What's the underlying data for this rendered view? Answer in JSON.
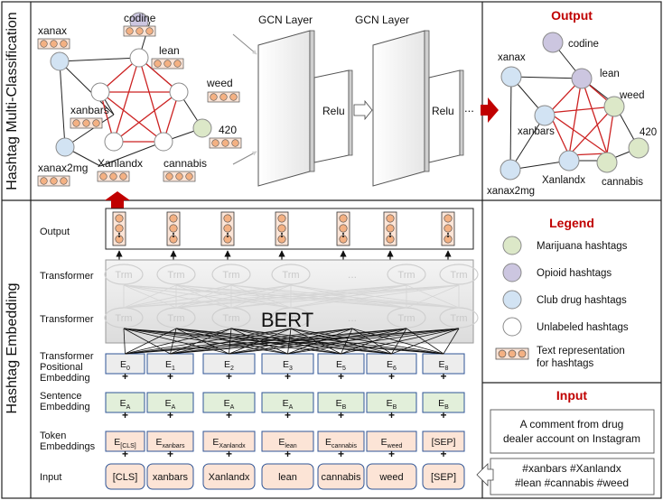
{
  "sections": {
    "multi_classification": "Hashtag Multi-Classification",
    "embedding": "Hashtag Embedding"
  },
  "graph": {
    "nodes": [
      {
        "id": "codine",
        "label": "codine",
        "type": "opioid"
      },
      {
        "id": "xanax",
        "label": "xanax",
        "type": "club"
      },
      {
        "id": "lean",
        "label": "lean",
        "type": "unlabeled"
      },
      {
        "id": "weed",
        "label": "weed",
        "type": "unlabeled"
      },
      {
        "id": "xanbars",
        "label": "xanbars",
        "type": "unlabeled"
      },
      {
        "id": "420",
        "label": "420",
        "type": "marijuana"
      },
      {
        "id": "xanax2mg",
        "label": "xanax2mg",
        "type": "club"
      },
      {
        "id": "Xanlandx",
        "label": "Xanlandx",
        "type": "unlabeled"
      },
      {
        "id": "cannabis",
        "label": "cannabis",
        "type": "unlabeled"
      }
    ]
  },
  "output_graph": {
    "title": "Output",
    "nodes": [
      {
        "id": "codine",
        "label": "codine",
        "type": "opioid"
      },
      {
        "id": "xanax",
        "label": "xanax",
        "type": "club"
      },
      {
        "id": "lean",
        "label": "lean",
        "type": "opioid"
      },
      {
        "id": "weed",
        "label": "weed",
        "type": "marijuana"
      },
      {
        "id": "xanbars",
        "label": "xanbars",
        "type": "club"
      },
      {
        "id": "420",
        "label": "420",
        "type": "marijuana"
      },
      {
        "id": "xanax2mg",
        "label": "xanax2mg",
        "type": "club"
      },
      {
        "id": "Xanlandx",
        "label": "Xanlandx",
        "type": "club"
      },
      {
        "id": "cannabis",
        "label": "cannabis",
        "type": "marijuana"
      }
    ]
  },
  "gcn": {
    "layer1": "GCN Layer",
    "layer2": "GCN Layer",
    "relu1": "Relu",
    "relu2": "Relu",
    "ellipsis": "..."
  },
  "bert": {
    "row_labels": {
      "output": "Output",
      "transformer1": "Transformer",
      "transformer2": "Transformer",
      "positional": "Transformer\nPositional\nEmbedding",
      "sentence": "Sentence\nEmbedding",
      "token": "Token\nEmbeddings",
      "input": "Input"
    },
    "trm": "Trm",
    "ellipsis": "...",
    "center": "BERT",
    "plus": "+",
    "positional": [
      {
        "base": "E",
        "sub": "0"
      },
      {
        "base": "E",
        "sub": "1"
      },
      {
        "base": "E",
        "sub": "2"
      },
      {
        "base": "E",
        "sub": "3"
      },
      {
        "base": "E",
        "sub": "5"
      },
      {
        "base": "E",
        "sub": "6"
      },
      {
        "base": "E",
        "sub": "8"
      }
    ],
    "sentence": [
      {
        "base": "E",
        "sub": "A"
      },
      {
        "base": "E",
        "sub": "A"
      },
      {
        "base": "E",
        "sub": "A"
      },
      {
        "base": "E",
        "sub": "A"
      },
      {
        "base": "E",
        "sub": "B"
      },
      {
        "base": "E",
        "sub": "B"
      },
      {
        "base": "E",
        "sub": "B"
      }
    ],
    "token": [
      {
        "base": "E",
        "sub": "[CLS]"
      },
      {
        "base": "E",
        "sub": "xanbars"
      },
      {
        "base": "E",
        "sub": "Xanlandx"
      },
      {
        "base": "E",
        "sub": "lean"
      },
      {
        "base": "E",
        "sub": "cannabis"
      },
      {
        "base": "E",
        "sub": "weed"
      },
      {
        "base": "[SEP]",
        "sub": ""
      }
    ],
    "inputs": [
      "[CLS]",
      "xanbars",
      "Xanlandx",
      "lean",
      "cannabis",
      "weed",
      "[SEP]"
    ]
  },
  "legend": {
    "title": "Legend",
    "items": [
      {
        "label": "Marijuana hashtags",
        "type": "marijuana"
      },
      {
        "label": "Opioid hashtags",
        "type": "opioid"
      },
      {
        "label": "Club drug hashtags",
        "type": "club"
      },
      {
        "label": "Unlabeled hashtags",
        "type": "unlabeled"
      }
    ],
    "text_rep": "Text representation\nfor hashtags"
  },
  "input_panel": {
    "title": "Input",
    "comment": "A comment from drug\ndealer account on Instagram",
    "hashtags": "#xanbars #Xanlandx\n#lean #cannabis #weed"
  },
  "colors": {
    "marijuana": "#dce8c8",
    "opioid": "#ccc6e0",
    "club": "#d2e3f3",
    "unlabeled": "#ffffff",
    "accent_red": "#c00000",
    "pentagon": "#cc2222",
    "token_fill": "#fce4d6",
    "sentence_fill": "#e2efda",
    "positional_fill": "#ededed",
    "emb_border": "#2f5597"
  }
}
